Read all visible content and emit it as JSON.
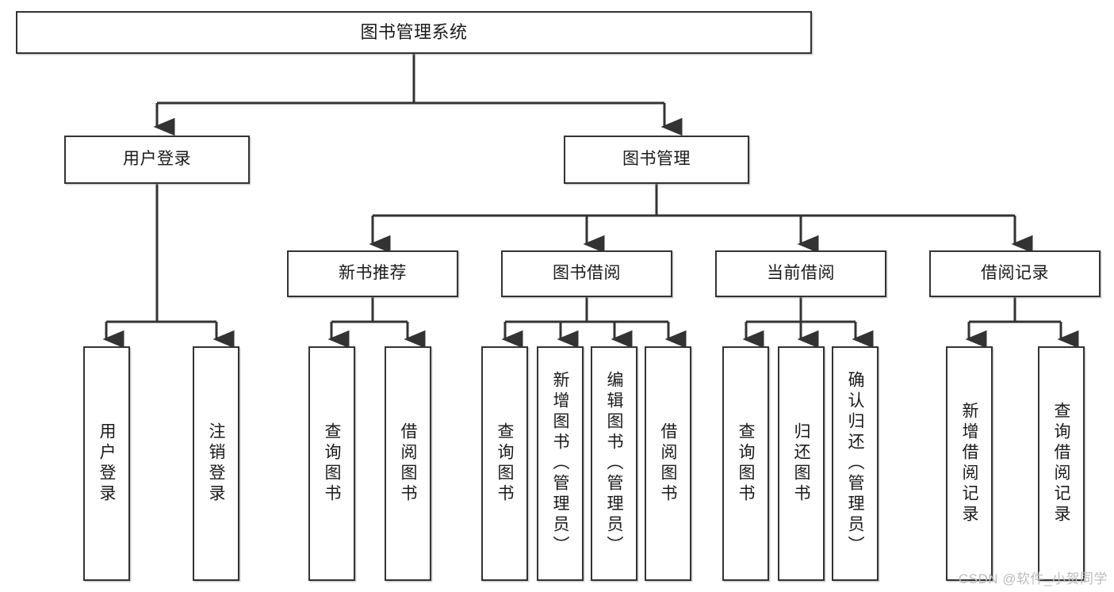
{
  "diagram": {
    "title": "图书管理系统",
    "type": "tree-hierarchy-diagram",
    "watermark": "CSDN @软件_小贺同学",
    "colors": {
      "node_border": "#333333",
      "node_fill": "#ffffff",
      "edge": "#333333",
      "text": "#1a1a1a",
      "watermark": "#bdbdbd"
    },
    "root": {
      "label": "图书管理系统"
    },
    "level2": [
      {
        "label": "用户登录"
      },
      {
        "label": "图书管理"
      }
    ],
    "level3": [
      {
        "label": "新书推荐"
      },
      {
        "label": "图书借阅"
      },
      {
        "label": "当前借阅"
      },
      {
        "label": "借阅记录"
      }
    ],
    "leaves": {
      "user_login": [
        {
          "label": "用户登录"
        },
        {
          "label": "注销登录"
        }
      ],
      "new_book_recommend": [
        {
          "label": "查询图书"
        },
        {
          "label": "借阅图书"
        }
      ],
      "book_borrow": [
        {
          "label": "查询图书"
        },
        {
          "label": "新增图书（管理员）"
        },
        {
          "label": "编辑图书（管理员）"
        },
        {
          "label": "借阅图书"
        }
      ],
      "current_borrow": [
        {
          "label": "查询图书"
        },
        {
          "label": "归还图书"
        },
        {
          "label": "确认归还（管理员）"
        }
      ],
      "borrow_record": [
        {
          "label": "新增借阅记录"
        },
        {
          "label": "查询借阅记录"
        }
      ]
    }
  }
}
